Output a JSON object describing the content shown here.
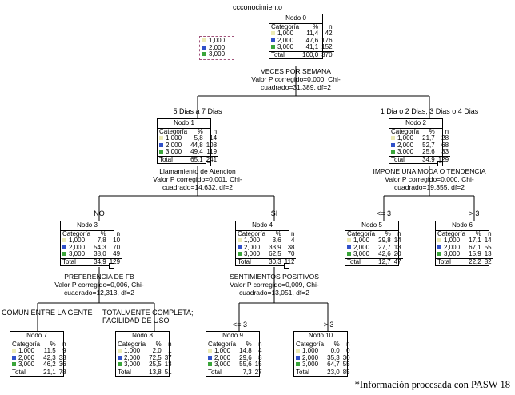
{
  "title": "ccconocimiento",
  "colors": {
    "c1": "#ecebb4",
    "c2": "#3050c8",
    "c3": "#3aa53a"
  },
  "legend": [
    "1,000",
    "2,000",
    "3,000"
  ],
  "headers": {
    "cat": "Categoría",
    "pct": "%",
    "n": "n",
    "total": "Total"
  },
  "nodes": {
    "n0": {
      "title": "Nodo 0",
      "rows": [
        [
          "1,000",
          "11,4",
          "42"
        ],
        [
          "2,000",
          "47,6",
          "176"
        ],
        [
          "3,000",
          "41,1",
          "152"
        ]
      ],
      "total": [
        "100,0",
        "370"
      ]
    },
    "n1": {
      "title": "Nodo 1",
      "rows": [
        [
          "1,000",
          "5,8",
          "14"
        ],
        [
          "2,000",
          "44,8",
          "108"
        ],
        [
          "3,000",
          "49,4",
          "119"
        ]
      ],
      "total": [
        "65,1",
        "241"
      ]
    },
    "n2": {
      "title": "Nodo 2",
      "rows": [
        [
          "1,000",
          "21,7",
          "28"
        ],
        [
          "2,000",
          "52,7",
          "68"
        ],
        [
          "3,000",
          "25,6",
          "33"
        ]
      ],
      "total": [
        "34,9",
        "129"
      ]
    },
    "n3": {
      "title": "Nodo 3",
      "rows": [
        [
          "1,000",
          "7,8",
          "10"
        ],
        [
          "2,000",
          "54,3",
          "70"
        ],
        [
          "3,000",
          "38,0",
          "49"
        ]
      ],
      "total": [
        "34,9",
        "129"
      ]
    },
    "n4": {
      "title": "Nodo 4",
      "rows": [
        [
          "1,000",
          "3,6",
          "4"
        ],
        [
          "2,000",
          "33,9",
          "38"
        ],
        [
          "3,000",
          "62,5",
          "70"
        ]
      ],
      "total": [
        "30,3",
        "112"
      ]
    },
    "n5": {
      "title": "Nodo 5",
      "rows": [
        [
          "1,000",
          "29,8",
          "14"
        ],
        [
          "2,000",
          "27,7",
          "13"
        ],
        [
          "3,000",
          "42,6",
          "20"
        ]
      ],
      "total": [
        "12,7",
        "47"
      ]
    },
    "n6": {
      "title": "Nodo 6",
      "rows": [
        [
          "1,000",
          "17,1",
          "14"
        ],
        [
          "2,000",
          "67,1",
          "55"
        ],
        [
          "3,000",
          "15,9",
          "13"
        ]
      ],
      "total": [
        "22,2",
        "82"
      ]
    },
    "n7": {
      "title": "Nodo 7",
      "rows": [
        [
          "1,000",
          "11,5",
          "9"
        ],
        [
          "2,000",
          "42,3",
          "33"
        ],
        [
          "3,000",
          "46,2",
          "36"
        ]
      ],
      "total": [
        "21,1",
        "78"
      ]
    },
    "n8": {
      "title": "Nodo 8",
      "rows": [
        [
          "1,000",
          "2,0",
          "1"
        ],
        [
          "2,000",
          "72,5",
          "37"
        ],
        [
          "3,000",
          "25,5",
          "13"
        ]
      ],
      "total": [
        "13,8",
        "51"
      ]
    },
    "n9": {
      "title": "Nodo 9",
      "rows": [
        [
          "1,000",
          "14,8",
          "4"
        ],
        [
          "2,000",
          "29,6",
          "8"
        ],
        [
          "3,000",
          "55,6",
          "15"
        ]
      ],
      "total": [
        "7,3",
        "27"
      ]
    },
    "n10": {
      "title": "Nodo 10",
      "rows": [
        [
          "1,000",
          "0,0",
          "0"
        ],
        [
          "2,000",
          "35,3",
          "30"
        ],
        [
          "3,000",
          "64,7",
          "55"
        ]
      ],
      "total": [
        "23,0",
        "85"
      ]
    }
  },
  "splits": {
    "s0": [
      "VECES POR SEMANA",
      "Valor P corregido=0,000, Chi-",
      "cuadrado=31,389, df=2"
    ],
    "s1": [
      "Llamamiento de Atencion",
      "Valor P corregido=0,001, Chi-",
      "cuadrado=14,632, df=2"
    ],
    "s2": [
      "IMPONE UNA MODA O TENDENCIA",
      "Valor P corregido=0,000, Chi-",
      "cuadrado=19,355, df=2"
    ],
    "s3": [
      "PREFERENCIA DE FB",
      "Valor P corregido=0,006, Chi-",
      "cuadrado=12,313, df=2"
    ],
    "s4": [
      "SENTIMIENTOS POSITIVOS",
      "Valor P corregido=0,009, Chi-",
      "cuadrado=13,051, df=2"
    ]
  },
  "branches": {
    "b1": "5 Dias a 7 Dias",
    "b2": "1 Dia o 2 Dias; 3 Dias o 4 Dias",
    "b3": "NO",
    "b4": "SI",
    "b5": "<= 3",
    "b6": "> 3",
    "b7": "COMUN ENTRE LA GENTE",
    "b8a": "TOTALMENTE COMPLETA;",
    "b8b": "FACILIDAD DE USO",
    "b9": "<= 3",
    "b10": "> 3"
  },
  "footer": "*Información procesada con PASW 18"
}
